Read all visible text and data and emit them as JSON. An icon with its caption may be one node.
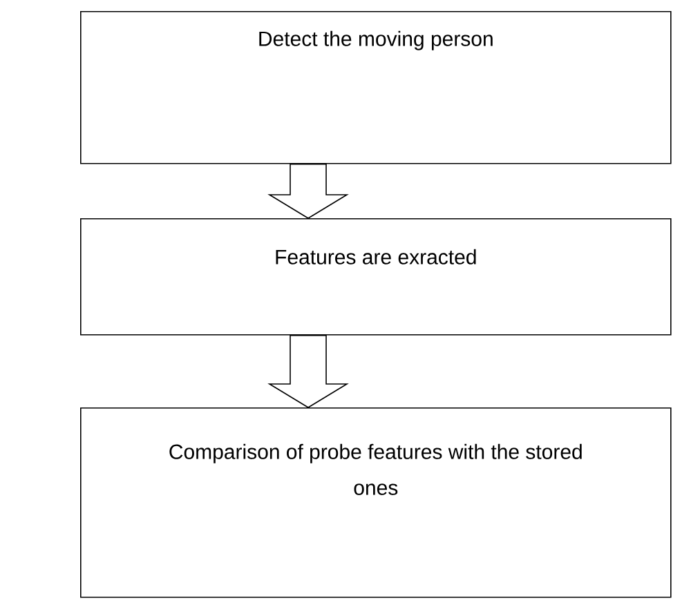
{
  "diagram": {
    "nodes": [
      {
        "text": [
          "Detect the moving person"
        ]
      },
      {
        "text": [
          "Features are exracted"
        ]
      },
      {
        "text": [
          "Comparison of probe features with the stored ones"
        ]
      }
    ],
    "edges": [
      {
        "from": 0,
        "to": 1,
        "arrow": "to"
      },
      {
        "from": 1,
        "to": 2,
        "arrow": "to"
      }
    ]
  }
}
